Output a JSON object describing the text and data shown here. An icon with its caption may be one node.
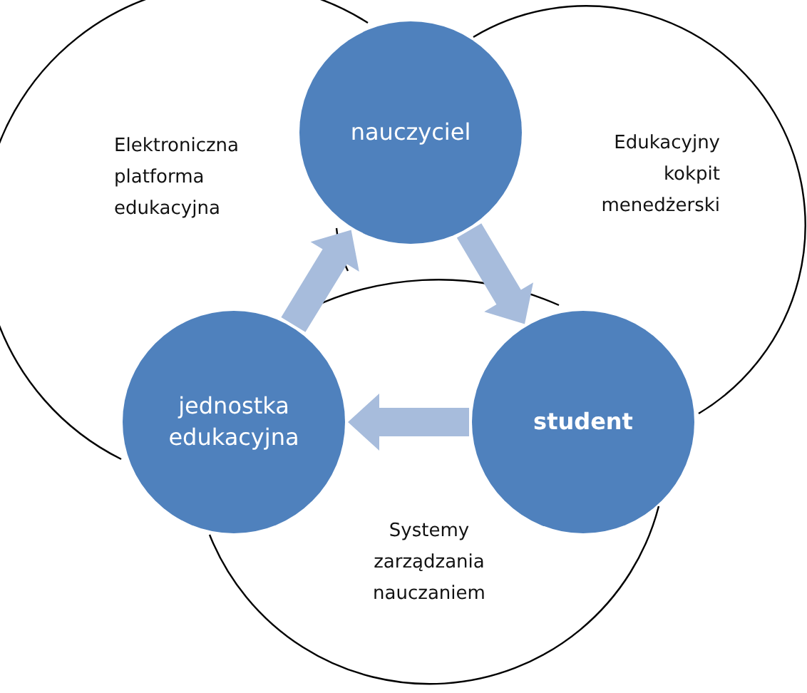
{
  "diagram": {
    "nodes": [
      {
        "text": [
          "Elektroniczna platforma edukacyjna"
        ]
      },
      {
        "text": [
          "nauczyciel"
        ]
      },
      {
        "text": [
          "Edukacyjny kokpit menedżerski"
        ]
      },
      {
        "text": [
          "jednostka edukacyjna"
        ]
      },
      {
        "text": [
          "student"
        ]
      },
      {
        "text": [
          "Systemy zarządzania nauczaniem"
        ]
      }
    ],
    "edges": [
      {
        "from": 3,
        "to": 1,
        "arrow": "to",
        "style": "thick"
      },
      {
        "from": 1,
        "to": 4,
        "arrow": "to",
        "style": "thick"
      },
      {
        "from": 4,
        "to": 3,
        "arrow": "to",
        "style": "thick"
      }
    ]
  }
}
